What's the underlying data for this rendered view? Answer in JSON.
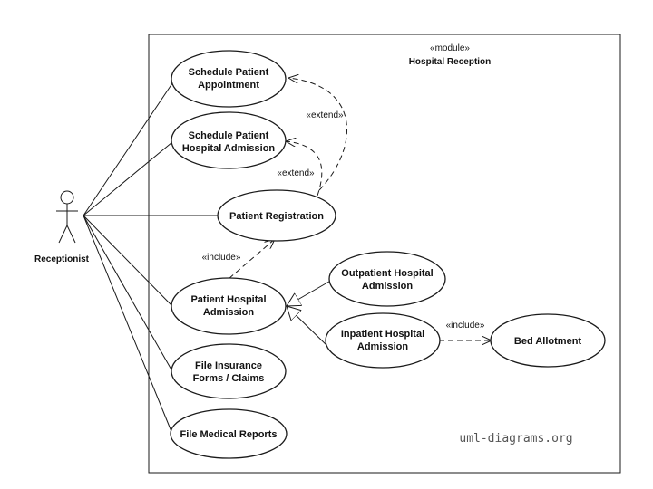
{
  "diagram": {
    "system_stereotype": "«module»",
    "system_name": "Hospital Reception",
    "actor": "Receptionist",
    "watermark": "uml-diagrams.org",
    "use_cases": {
      "schedule_appointment": [
        "Schedule Patient",
        "Appointment"
      ],
      "schedule_admission": [
        "Schedule Patient",
        "Hospital Admission"
      ],
      "registration": [
        "Patient Registration"
      ],
      "hospital_admission": [
        "Patient Hospital",
        "Admission"
      ],
      "outpatient_admission": [
        "Outpatient Hospital",
        "Admission"
      ],
      "inpatient_admission": [
        "Inpatient Hospital",
        "Admission"
      ],
      "bed_allotment": [
        "Bed Allotment"
      ],
      "insurance": [
        "File Insurance",
        "Forms / Claims"
      ],
      "medical_reports": [
        "File Medical Reports"
      ]
    },
    "relations": {
      "extend_1": "«extend»",
      "extend_2": "«extend»",
      "include_registration": "«include»",
      "include_bed": "«include»"
    }
  }
}
